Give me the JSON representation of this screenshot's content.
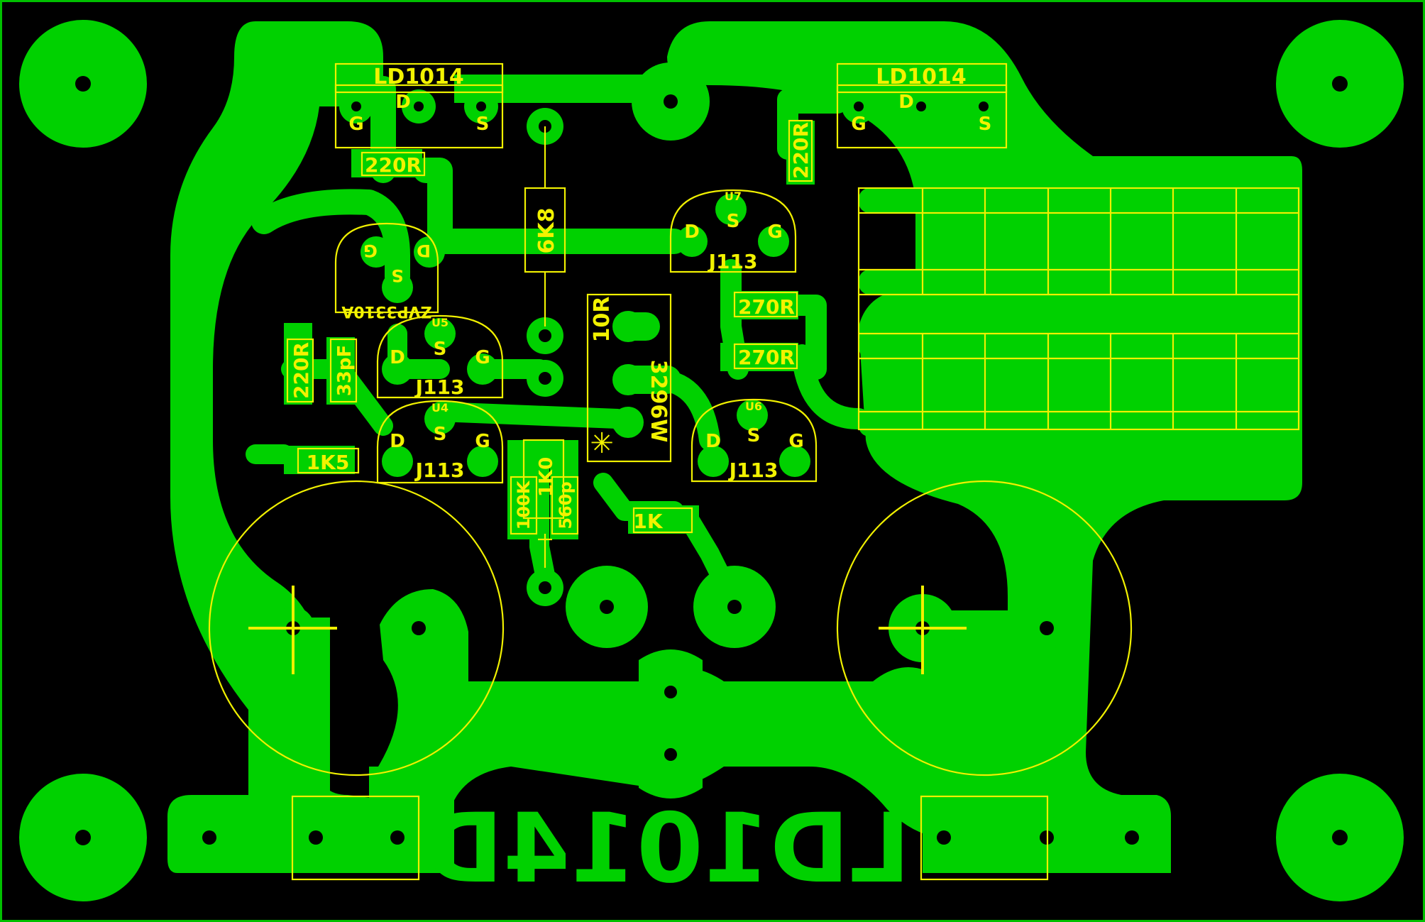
{
  "board": {
    "colors": {
      "background": "#000000",
      "copper": "#00d100",
      "silkscreen": "#f0f000",
      "border": "#00c000"
    },
    "title_mirrored": "LD1014D"
  },
  "components": {
    "ld1014_left": {
      "name": "LD1014",
      "pins": [
        "G",
        "D",
        "S"
      ]
    },
    "ld1014_right": {
      "name": "LD1014",
      "pins": [
        "G",
        "D",
        "S"
      ]
    },
    "zvp3310a": {
      "name": "ZVP3310A",
      "pins": [
        "G",
        "D",
        "S"
      ]
    },
    "u5": {
      "ref": "U5",
      "value": "J113",
      "pins": [
        "D",
        "S",
        "G"
      ]
    },
    "u4": {
      "ref": "U4",
      "value": "J113",
      "pins": [
        "D",
        "S",
        "G"
      ]
    },
    "u7": {
      "ref": "U7",
      "value": "J113",
      "pins": [
        "D",
        "S",
        "G"
      ]
    },
    "u6": {
      "ref": "U6",
      "value": "J113",
      "pins": [
        "D",
        "S",
        "G"
      ]
    },
    "trimmer": {
      "value": "3296W",
      "marker": "✳"
    },
    "resistors": {
      "r_220r_top_left": "220R",
      "r_220r_top_right": "220R",
      "r_220r_left": "220R",
      "r_6k8": "6K8",
      "r_10r": "10R",
      "r_270r_a": "270R",
      "r_270r_b": "270R",
      "r_1k5": "1K5",
      "r_1k0": "1K0",
      "r_100k": "100K",
      "r_1k": "1K"
    },
    "capacitors": {
      "c_33pf": "33pF",
      "c_560p": "560p"
    }
  }
}
